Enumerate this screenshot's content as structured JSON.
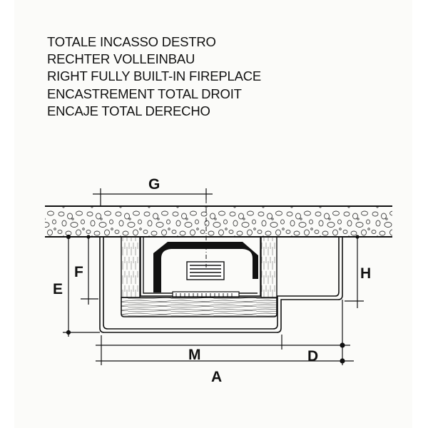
{
  "title": {
    "lines": [
      "TOTALE INCASSO DESTRO",
      "RECHTER VOLLEINBAU",
      "RIGHT FULLY BUILT-IN FIREPLACE",
      "ENCASTREMENT TOTAL DROIT",
      "ENCAJE TOTAL DERECHO"
    ]
  },
  "dimensions": {
    "G": "G",
    "F": "F",
    "E": "E",
    "H": "H",
    "M": "M",
    "D": "D",
    "A": "A"
  },
  "colors": {
    "ink": "#111111",
    "page": "#fbfbf9",
    "wall_fill": "#f6f6f3"
  }
}
